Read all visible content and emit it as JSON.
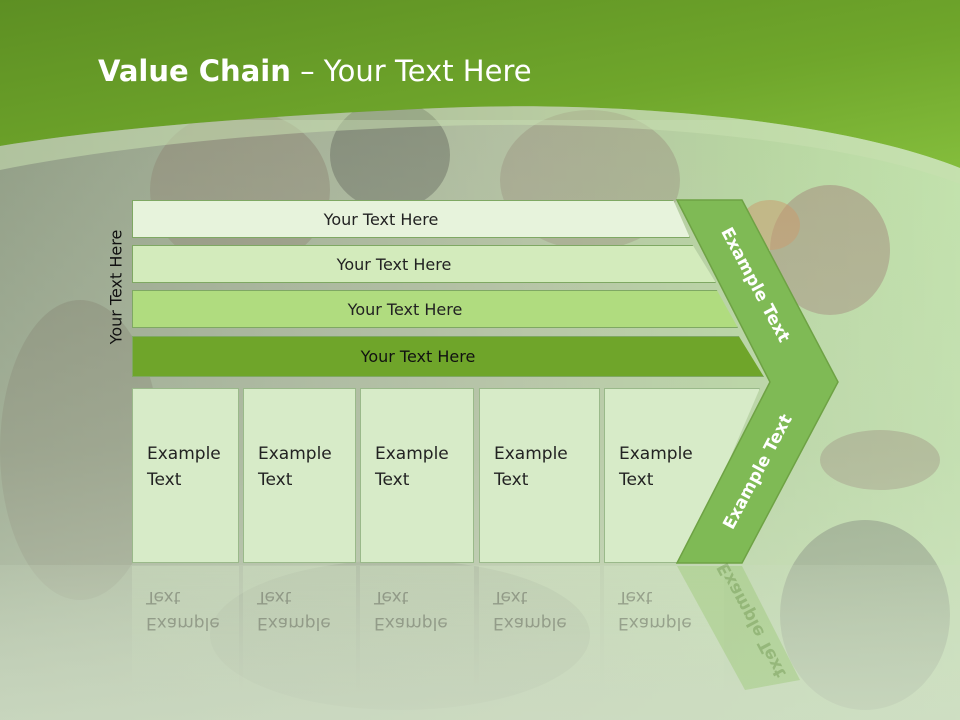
{
  "slide": {
    "title_bold": "Value Chain",
    "title_rest": " – Your Text Here",
    "side_label": "Your Text Here",
    "bars": [
      {
        "label": "Your Text Here"
      },
      {
        "label": "Your Text Here"
      },
      {
        "label": "Your Text Here"
      },
      {
        "label": "Your Text Here"
      }
    ],
    "boxes": [
      {
        "line1": "Example",
        "line2": "Text"
      },
      {
        "line1": "Example",
        "line2": "Text"
      },
      {
        "line1": "Example",
        "line2": "Text"
      },
      {
        "line1": "Example",
        "line2": "Text"
      },
      {
        "line1": "Example",
        "line2": "Text"
      }
    ],
    "chevron_top_label": "Example Text",
    "chevron_bottom_label": "Example Text"
  },
  "colors": {
    "header_green": "#6aa22a",
    "chevron_green": "#7fba55",
    "bar_dark": "#6fa52a"
  }
}
